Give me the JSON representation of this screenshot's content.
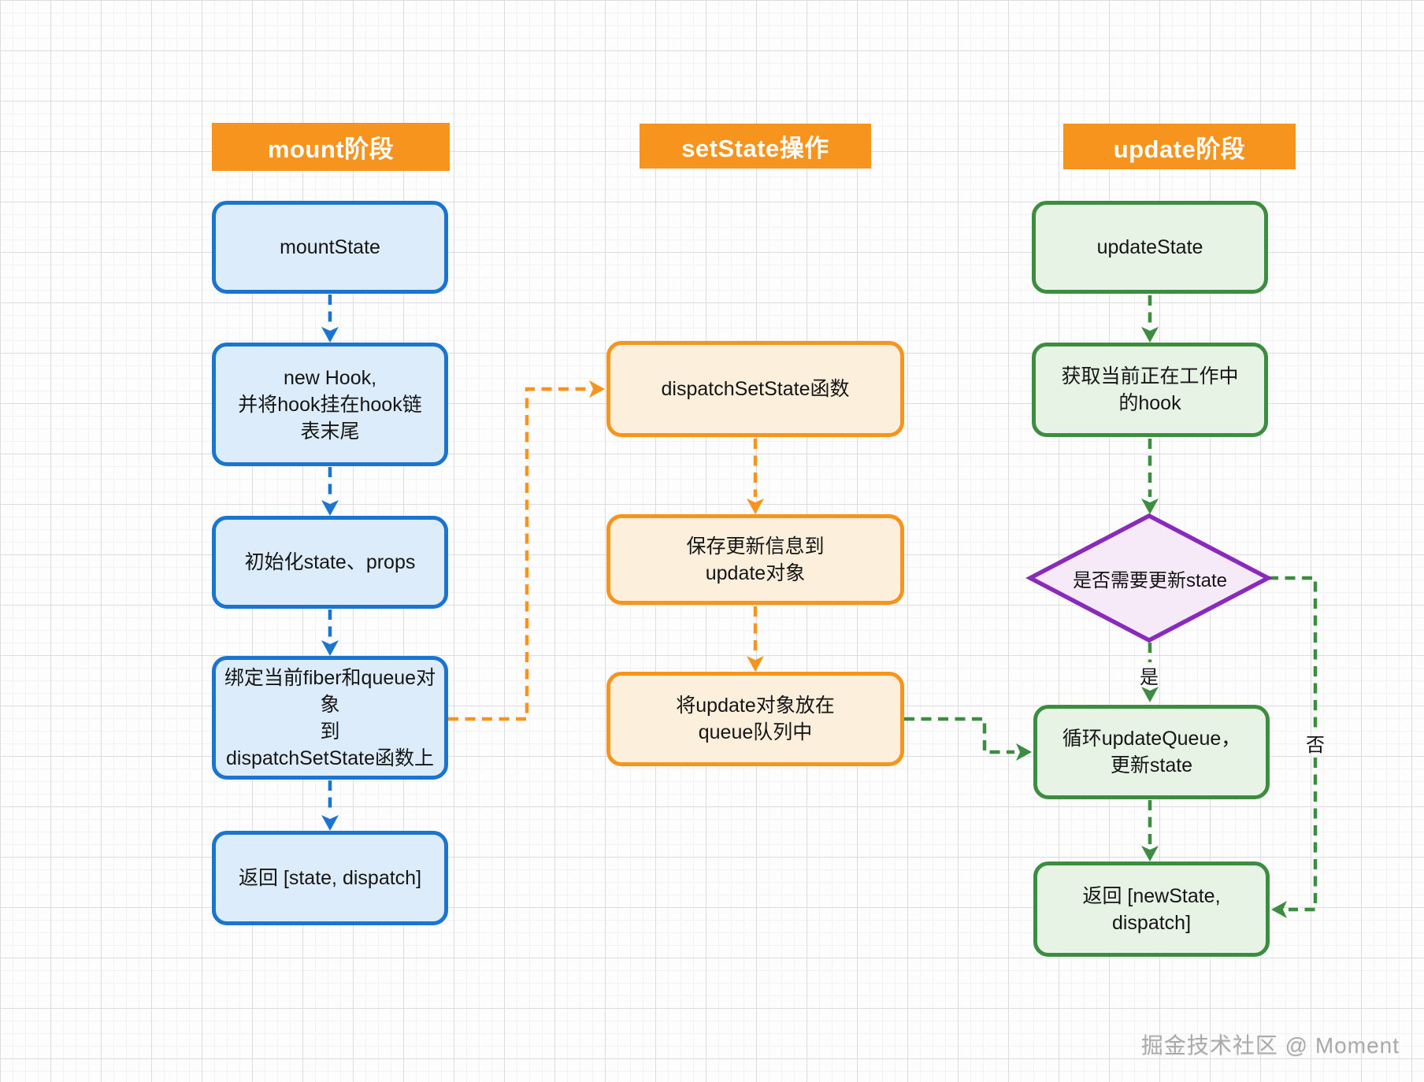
{
  "columns": {
    "mount": {
      "header": "mount阶段",
      "boxes": {
        "m1": "mountState",
        "m2": "new Hook,\n并将hook挂在hook链\n表末尾",
        "m3": "初始化state、props",
        "m4": "绑定当前fiber和queue对象\n到\ndispatchSetState函数上",
        "m5": "返回 [state, dispatch]"
      }
    },
    "setstate": {
      "header": "setState操作",
      "boxes": {
        "s1": "dispatchSetState函数",
        "s2": "保存更新信息到\nupdate对象",
        "s3": "将update对象放在\nqueue队列中"
      }
    },
    "update": {
      "header": "update阶段",
      "boxes": {
        "u1": "updateState",
        "u2": "获取当前正在工作中\n的hook",
        "u3": "循环updateQueue，\n更新state",
        "u4": "返回 [newState, dispatch]"
      },
      "diamond": "是否需要更新state",
      "labels": {
        "yes": "是",
        "no": "否"
      }
    }
  },
  "watermark": "掘金技术社区 @ Moment",
  "colors": {
    "blue": "#1b74ce",
    "blue-fill": "#ddecfa",
    "orange": "#f7941d",
    "orange-fill": "#fcefdb",
    "green": "#3c8d40",
    "green-fill": "#e6f3e5",
    "purple": "#8a2abd",
    "purple-fill": "#f6eaf9",
    "text": "#151515",
    "header-text": "#ffffff",
    "watermark": "#ababab"
  }
}
